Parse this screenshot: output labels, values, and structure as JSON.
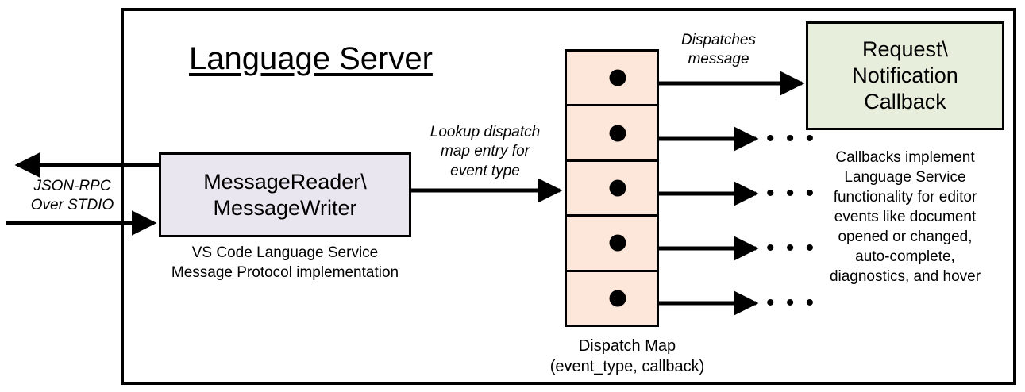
{
  "diagram": {
    "title": "Language Server",
    "frame_name": "language-server-boundary"
  },
  "nodes": {
    "message_reader": {
      "label": "MessageReader\\\nMessageWriter",
      "caption": "VS Code Language Service\nMessage Protocol implementation",
      "fill": "#EAE6EF"
    },
    "dispatch_map": {
      "caption": "Dispatch Map\n(event_type, callback)",
      "fill": "#FCE7DA",
      "row_count": 5,
      "rows": [
        {
          "id": "dispatch-row-1",
          "target": "request-notification-callback"
        },
        {
          "id": "dispatch-row-2",
          "target": "ellipsis"
        },
        {
          "id": "dispatch-row-3",
          "target": "ellipsis"
        },
        {
          "id": "dispatch-row-4",
          "target": "ellipsis"
        },
        {
          "id": "dispatch-row-5",
          "target": "ellipsis"
        }
      ]
    },
    "callback": {
      "label": "Request\\\nNotification\nCallback",
      "caption": "Callbacks implement\nLanguage Service\nfunctionality for editor\nevents like document\nopened or changed,\nauto-complete,\ndiagnostics, and hover",
      "fill": "#E8EEDC"
    }
  },
  "edges": {
    "io_label": "JSON-RPC\nOver STDIO",
    "lookup_label": "Lookup dispatch\nmap entry for\nevent type",
    "dispatch_label": "Dispatches\nmessage",
    "ellipsis_glyph": "• • •"
  },
  "colors": {
    "stroke": "#000000",
    "background": "#FFFFFF",
    "reader_fill": "#EAE6EF",
    "map_fill": "#FCE7DA",
    "callback_fill": "#E8EEDC"
  }
}
